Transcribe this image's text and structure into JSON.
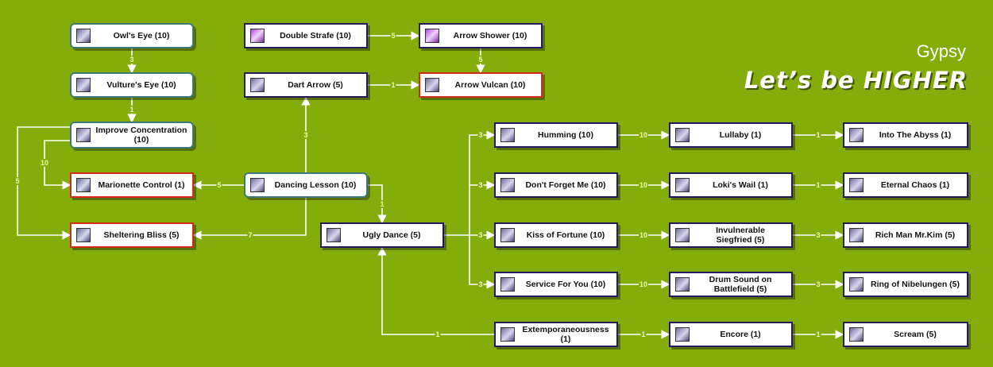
{
  "header": {
    "class_name": "Gypsy",
    "motto": "Let’s be HIGHER"
  },
  "colors": {
    "background": "#84ad0c",
    "node_border": "#241a5e",
    "red_border": "#d42b18",
    "connector": "#ffffff",
    "level_text": "#eef7b0"
  },
  "skills": {
    "owls_eye": {
      "label": "Owl's Eye (10)",
      "icon": "owl-eye-icon"
    },
    "vultures_eye": {
      "label": "Vulture's Eye (10)",
      "icon": "vulture-eye-icon"
    },
    "improve_concentration": {
      "label": "Improve Concentration\n(10)",
      "icon": "concentration-icon"
    },
    "marionette_control": {
      "label": "Marionette Control (1)",
      "icon": "marionette-icon"
    },
    "sheltering_bliss": {
      "label": "Sheltering Bliss (5)",
      "icon": "bliss-icon"
    },
    "double_strafe": {
      "label": "Double Strafe (10)",
      "icon": "double-strafe-icon"
    },
    "arrow_shower": {
      "label": "Arrow Shower (10)",
      "icon": "arrow-shower-icon"
    },
    "dart_arrow": {
      "label": "Dart Arrow (5)",
      "icon": "dart-arrow-icon"
    },
    "arrow_vulcan": {
      "label": "Arrow Vulcan (10)",
      "icon": "arrow-vulcan-icon"
    },
    "dancing_lesson": {
      "label": "Dancing Lesson (10)",
      "icon": "dancing-lesson-icon"
    },
    "ugly_dance": {
      "label": "Ugly Dance (5)",
      "icon": "ugly-dance-icon"
    },
    "humming": {
      "label": "Humming (10)",
      "icon": "humming-icon"
    },
    "dont_forget_me": {
      "label": "Don't Forget Me (10)",
      "icon": "dont-forget-me-icon"
    },
    "kiss_of_fortune": {
      "label": "Kiss of Fortune (10)",
      "icon": "kiss-of-fortune-icon"
    },
    "service_for_you": {
      "label": "Service For You  (10)",
      "icon": "service-for-you-icon"
    },
    "extemporaneousness": {
      "label": "Extemporaneousness (1)",
      "icon": "extemporaneousness-icon"
    },
    "lullaby": {
      "label": "Lullaby (1)",
      "icon": "lullaby-icon"
    },
    "lokis_wail": {
      "label": "Loki's   Wail (1)",
      "icon": "lokis-wail-icon"
    },
    "invulnerable_siegfried": {
      "label": "Invulnerable\nSiegfried   (5)",
      "icon": "siegfried-icon"
    },
    "drum_sound": {
      "label": "Drum Sound on\nBattlefield (5)",
      "icon": "drum-sound-icon"
    },
    "encore": {
      "label": "Encore (1)",
      "icon": "encore-icon"
    },
    "into_the_abyss": {
      "label": "Into The Abyss (1)",
      "icon": "abyss-icon"
    },
    "eternal_chaos": {
      "label": "Eternal Chaos (1)",
      "icon": "eternal-chaos-icon"
    },
    "rich_man_mr_kim": {
      "label": "Rich Man    Mr.Kim    (5)",
      "icon": "rich-man-icon"
    },
    "ring_of_nibelungen": {
      "label": "Ring of   Nibelungen  (5)",
      "icon": "nibelungen-icon"
    },
    "scream": {
      "label": "Scream (5)",
      "icon": "scream-icon"
    }
  },
  "prerequisites": [
    {
      "from": "owls_eye",
      "to": "vultures_eye",
      "level": "3"
    },
    {
      "from": "vultures_eye",
      "to": "improve_concentration",
      "level": "1"
    },
    {
      "from": "improve_concentration",
      "to": "marionette_control",
      "level": "10"
    },
    {
      "from": "improve_concentration",
      "to": "sheltering_bliss",
      "level": "5"
    },
    {
      "from": "dancing_lesson",
      "to": "marionette_control",
      "level": "5"
    },
    {
      "from": "dancing_lesson",
      "to": "sheltering_bliss",
      "level": "7"
    },
    {
      "from": "dancing_lesson",
      "to": "dart_arrow",
      "level": "3"
    },
    {
      "from": "dancing_lesson",
      "to": "ugly_dance",
      "level": "1"
    },
    {
      "from": "double_strafe",
      "to": "arrow_shower",
      "level": "5"
    },
    {
      "from": "arrow_shower",
      "to": "arrow_vulcan",
      "level": "5"
    },
    {
      "from": "dart_arrow",
      "to": "arrow_vulcan",
      "level": "1"
    },
    {
      "from": "ugly_dance",
      "to": "humming",
      "level": "3"
    },
    {
      "from": "ugly_dance",
      "to": "dont_forget_me",
      "level": "3"
    },
    {
      "from": "ugly_dance",
      "to": "kiss_of_fortune",
      "level": "3"
    },
    {
      "from": "ugly_dance",
      "to": "service_for_you",
      "level": "3"
    },
    {
      "from": "extemporaneousness",
      "to": "ugly_dance",
      "level": "1"
    },
    {
      "from": "humming",
      "to": "lullaby",
      "level": "10"
    },
    {
      "from": "dont_forget_me",
      "to": "lokis_wail",
      "level": "10"
    },
    {
      "from": "kiss_of_fortune",
      "to": "invulnerable_siegfried",
      "level": "10"
    },
    {
      "from": "service_for_you",
      "to": "drum_sound",
      "level": "10"
    },
    {
      "from": "extemporaneousness",
      "to": "encore",
      "level": "1"
    },
    {
      "from": "lullaby",
      "to": "into_the_abyss",
      "level": "1"
    },
    {
      "from": "lokis_wail",
      "to": "eternal_chaos",
      "level": "1"
    },
    {
      "from": "invulnerable_siegfried",
      "to": "rich_man_mr_kim",
      "level": "3"
    },
    {
      "from": "drum_sound",
      "to": "ring_of_nibelungen",
      "level": "3"
    },
    {
      "from": "encore",
      "to": "scream",
      "level": "1"
    }
  ]
}
